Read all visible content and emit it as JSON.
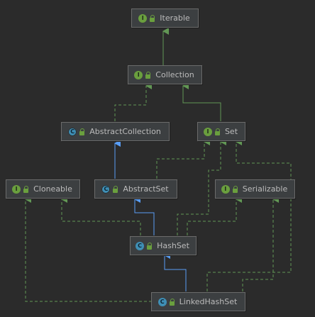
{
  "diagram": {
    "nodes": {
      "iterable": {
        "label": "Iterable",
        "kind": "interface",
        "badge": "I"
      },
      "collection": {
        "label": "Collection",
        "kind": "interface",
        "badge": "I"
      },
      "abstract_collection": {
        "label": "AbstractCollection",
        "kind": "abstract",
        "badge": "C"
      },
      "set": {
        "label": "Set",
        "kind": "interface",
        "badge": "I"
      },
      "cloneable": {
        "label": "Cloneable",
        "kind": "interface",
        "badge": "I"
      },
      "abstract_set": {
        "label": "AbstractSet",
        "kind": "abstract",
        "badge": "C"
      },
      "serializable": {
        "label": "Serializable",
        "kind": "interface",
        "badge": "I"
      },
      "hash_set": {
        "label": "HashSet",
        "kind": "class",
        "badge": "C"
      },
      "linked_hash_set": {
        "label": "LinkedHashSet",
        "kind": "class",
        "badge": "C"
      }
    },
    "edges": [
      {
        "from": "collection",
        "to": "iterable",
        "type": "interface-extends"
      },
      {
        "from": "abstract_collection",
        "to": "collection",
        "type": "implements"
      },
      {
        "from": "set",
        "to": "collection",
        "type": "interface-extends"
      },
      {
        "from": "abstract_set",
        "to": "abstract_collection",
        "type": "extends"
      },
      {
        "from": "abstract_set",
        "to": "set",
        "type": "implements"
      },
      {
        "from": "hash_set",
        "to": "abstract_set",
        "type": "extends"
      },
      {
        "from": "hash_set",
        "to": "set",
        "type": "implements"
      },
      {
        "from": "hash_set",
        "to": "cloneable",
        "type": "implements"
      },
      {
        "from": "hash_set",
        "to": "serializable",
        "type": "implements"
      },
      {
        "from": "linked_hash_set",
        "to": "hash_set",
        "type": "extends"
      },
      {
        "from": "linked_hash_set",
        "to": "set",
        "type": "implements"
      },
      {
        "from": "linked_hash_set",
        "to": "cloneable",
        "type": "implements"
      },
      {
        "from": "linked_hash_set",
        "to": "serializable",
        "type": "implements"
      }
    ],
    "colors": {
      "background": "#2b2b2b",
      "node_fill": "#3c3f41",
      "interface_edge": "#629755",
      "class_edge": "#589df6",
      "text": "#bbbbbb"
    }
  }
}
